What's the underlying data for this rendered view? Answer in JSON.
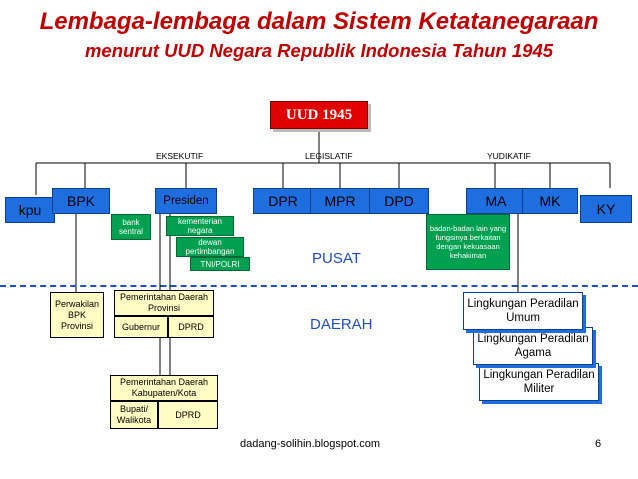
{
  "title": "Lembaga-lembaga dalam Sistem  Ketatanegaraan",
  "subtitle": "menurut UUD Negara Republik Indonesia Tahun 1945",
  "top_node": "UUD 1945",
  "categories": {
    "eksekutif": "EKSEKUTIF",
    "legislatif": "LEGISLATIF",
    "yudikatif": "YUDIKATIF"
  },
  "institutions": {
    "kpu": "kpu",
    "bpk": "BPK",
    "presiden": "Presiden",
    "dpr": "DPR",
    "mpr": "MPR",
    "dpd": "DPD",
    "ma": "MA",
    "mk": "MK",
    "ky": "KY"
  },
  "executive_bodies": {
    "bank_sentral": "bank sentral",
    "kementerian": "kementerian negara",
    "dewan": "dewan pertimbangan",
    "tni": "TNI/POLRI"
  },
  "judicial_bodies": {
    "badan_lain": "badan-badan lain yang fungsinya berkaitan dengan kekuasaan kehakiman"
  },
  "areas": {
    "pusat": "PUSAT",
    "daerah": "DAERAH"
  },
  "regional": {
    "perwakilan_bpk": "Perwakilan BPK Provinsi",
    "pemda_provinsi": "Pemerintahan Daerah  Provinsi",
    "gubernur": "Gubernur",
    "dprd_prov": "DPRD",
    "pemda_kab": "Pemerintahan Daerah Kabupaten/Kota",
    "bupati": "Bupati/ Walikota",
    "dprd_kab": "DPRD"
  },
  "courts": {
    "umum": "Lingkungan Peradilan Umum",
    "agama": "Lingkungan Peradilan Agama",
    "militer": "Lingkungan Peradilan Militer"
  },
  "footer": {
    "source": "dadang-solihin.blogspot.com",
    "page": "6"
  },
  "colors": {
    "title": "#c00000",
    "uud": "#e00000",
    "institution": "#1e6ee0",
    "body": "#00a050",
    "regional": "#fffcc4",
    "divider": "#1e4fc0"
  }
}
